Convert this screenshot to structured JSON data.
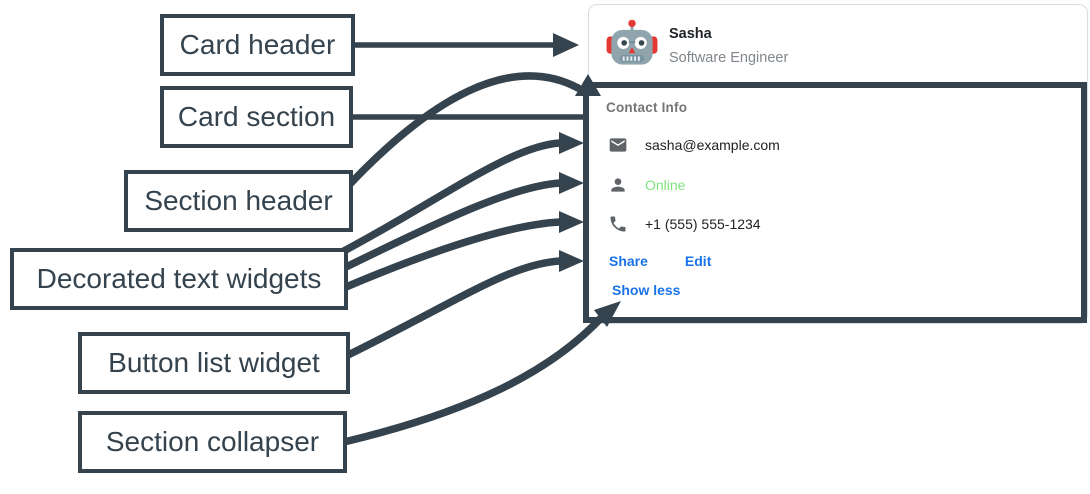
{
  "labels": {
    "card_header": "Card header",
    "card_section": "Card section",
    "section_header": "Section header",
    "decorated_text": "Decorated text widgets",
    "button_list": "Button list widget",
    "section_collapser": "Section collapser"
  },
  "card": {
    "header": {
      "name": "Sasha",
      "subtitle": "Software Engineer",
      "avatar": "robot-avatar"
    },
    "section": {
      "header": "Contact Info",
      "rows": [
        {
          "icon": "email-icon",
          "text": "sasha@example.com",
          "color": "#202124"
        },
        {
          "icon": "person-icon",
          "text": "Online",
          "color": "#80e27e"
        },
        {
          "icon": "phone-icon",
          "text": "+1 (555) 555-1234",
          "color": "#202124"
        }
      ],
      "buttons": [
        "Share",
        "Edit"
      ],
      "collapser": "Show less"
    }
  },
  "colors": {
    "annotation_slate": "#34434e",
    "link_blue": "#1a73e8",
    "online_green": "#80e27e",
    "subtitle_gray": "#80868b",
    "section_header_gray": "#757575",
    "icon_gray": "#5f6368",
    "card_border_gray": "#dadce0",
    "text_dark": "#202124",
    "avatar_head": "#90a4ae",
    "avatar_red": "#e53935"
  }
}
